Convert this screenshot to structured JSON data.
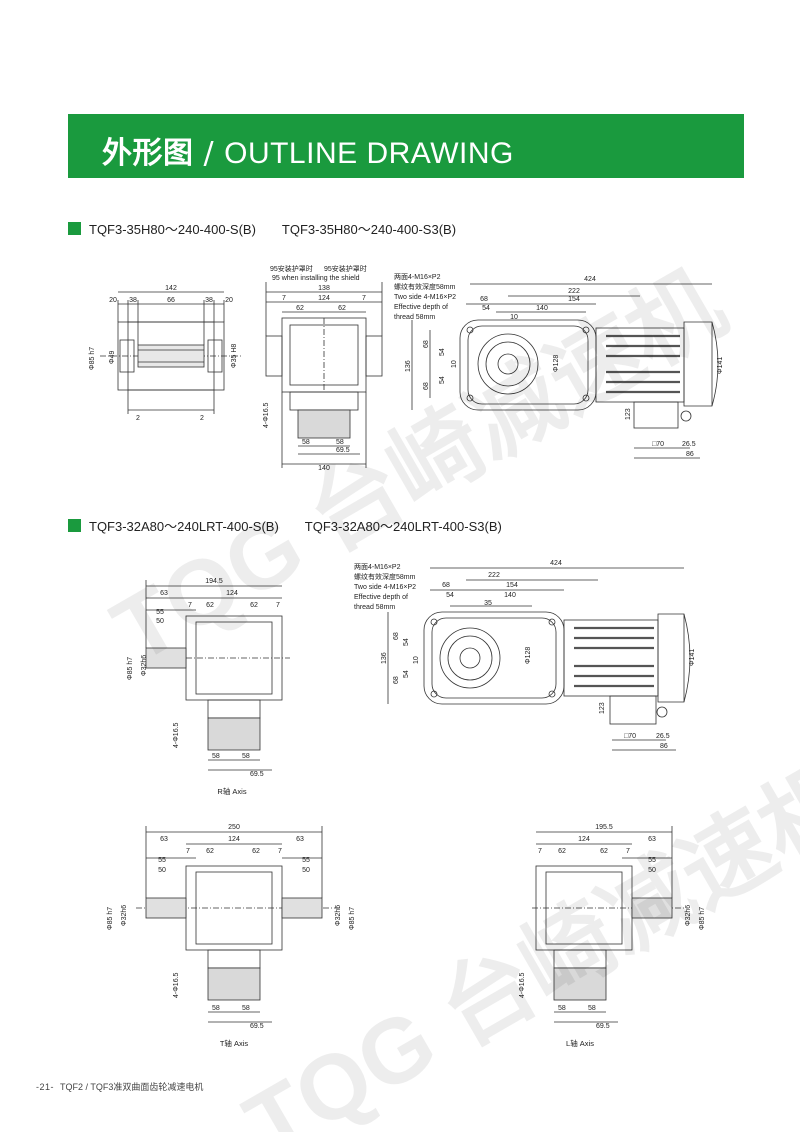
{
  "banner": {
    "title_cn": "外形图",
    "separator": "/",
    "title_en": "OUTLINE DRAWING"
  },
  "section1": {
    "models": [
      "TQF3-35H80～240-400-S(B)",
      "TQF3-35H80～240-400-S3(B)"
    ]
  },
  "section2": {
    "models": [
      "TQF3-32A80～240LRT-400-S(B)",
      "TQF3-32A80～240LRT-400-S3(B)"
    ]
  },
  "section1_dims": {
    "top_width": "142",
    "sub_a": "20",
    "sub_b": "38",
    "sub_c": "66",
    "sub_d": "38",
    "sub_e": "20",
    "phi85": "Φ85 h7",
    "phi49": "Φ49",
    "phi35": "Φ35 H8",
    "off2": "2",
    "shield_note_cn": "95安装护罩时",
    "shield_note_en": "95 when installing the shield",
    "w138": "138",
    "w7": "7",
    "w124": "124",
    "w62": "62",
    "foot": "4-Φ16.5",
    "b58": "58",
    "b695": "69.5",
    "b140": "140"
  },
  "motor_dims": {
    "note1_cn": "两面4-M16×P2",
    "note2_cn": "螺纹有效深度58mm",
    "note1_en": "Two side 4-M16×P2",
    "note2_en": "Effective depth of",
    "note3_en": "thread 58mm",
    "total": "424",
    "d222": "222",
    "d154": "154",
    "d140": "140",
    "d68": "68",
    "d54": "54",
    "d10": "10",
    "d35": "35",
    "h136": "136",
    "h68": "68",
    "h54": "54",
    "h10": "10",
    "phi128": "Φ128",
    "phi141": "Φ141",
    "h123": "123",
    "box70": "□70",
    "d265": "26.5",
    "d86": "86"
  },
  "r_axis": {
    "caption": "R轴 Axis",
    "w1945": "194.5",
    "w63": "63",
    "w124": "124",
    "w7": "7",
    "w62": "62",
    "w55": "55",
    "w50": "50",
    "phi85": "Φ85 h7",
    "phi32": "Φ32h6",
    "foot": "4-Φ16.5",
    "b58": "58",
    "b695": "69.5"
  },
  "t_axis": {
    "caption": "T轴 Axis",
    "w250": "250",
    "w63": "63",
    "w124": "124",
    "w7": "7",
    "w62": "62",
    "w55": "55",
    "w50": "50",
    "phi85": "Φ85 h7",
    "phi32": "Φ32h6",
    "foot": "4-Φ16.5",
    "b58": "58",
    "b695": "69.5"
  },
  "l_axis": {
    "caption": "L轴 Axis",
    "w1955": "195.5",
    "w124": "124",
    "w63": "63",
    "w7": "7",
    "w62": "62",
    "w55": "55",
    "w50": "50",
    "phi85": "Φ85 h7",
    "phi32": "Φ32h6",
    "foot": "4-Φ16.5",
    "b58": "58",
    "b695": "69.5"
  },
  "watermark": {
    "text": "TQG 台崎减速机"
  },
  "footer": {
    "page": "-21-",
    "text": "TQF2 / TQF3准双曲面齿轮减速电机"
  }
}
